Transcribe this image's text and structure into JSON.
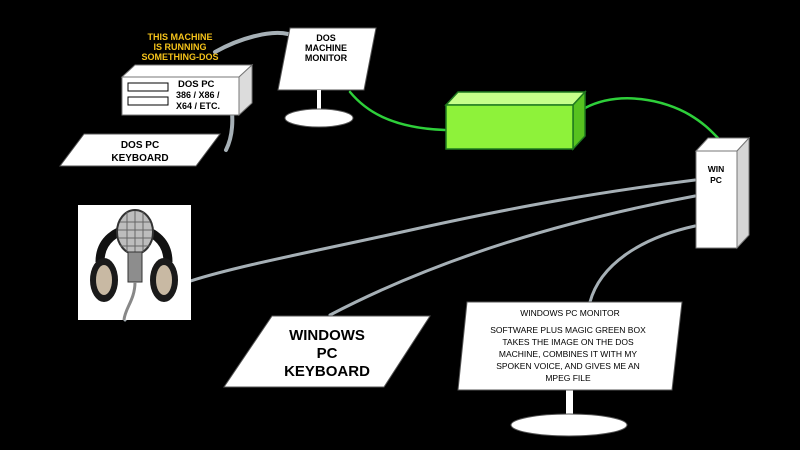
{
  "note": {
    "lines": [
      "THIS MACHINE",
      "IS RUNNING",
      "SOMETHING-DOS"
    ],
    "color": "#f4c21a"
  },
  "dos_pc": {
    "lines": [
      "DOS  PC",
      "386 / X86 /",
      "X64 /  ETC."
    ]
  },
  "dos_monitor": {
    "lines": [
      "DOS",
      "MACHINE",
      "MONITOR"
    ]
  },
  "dos_keyboard": {
    "lines": [
      "DOS PC",
      "KEYBOARD"
    ]
  },
  "green_box": {
    "color": "#8ef23a",
    "description_icon": "capture-box"
  },
  "win_pc": {
    "lines": [
      "WIN",
      "PC"
    ]
  },
  "microphone": {
    "icon": "microphone-headphones-icon"
  },
  "windows_keyboard": {
    "lines": [
      "WINDOWS",
      "PC",
      "KEYBOARD"
    ]
  },
  "windows_monitor": {
    "title": "WINDOWS PC MONITOR",
    "body_lines": [
      "SOFTWARE PLUS MAGIC GREEN BOX",
      "TAKES THE IMAGE ON THE DOS",
      "MACHINE, COMBINES IT WITH MY",
      "SPOKEN VOICE, AND GIVES ME AN",
      "MPEG FILE"
    ]
  },
  "colors": {
    "background": "#000000",
    "cable_gray": "#a6b0b6",
    "cable_green": "#2ecf3a",
    "box_green": "#8ef23a"
  }
}
